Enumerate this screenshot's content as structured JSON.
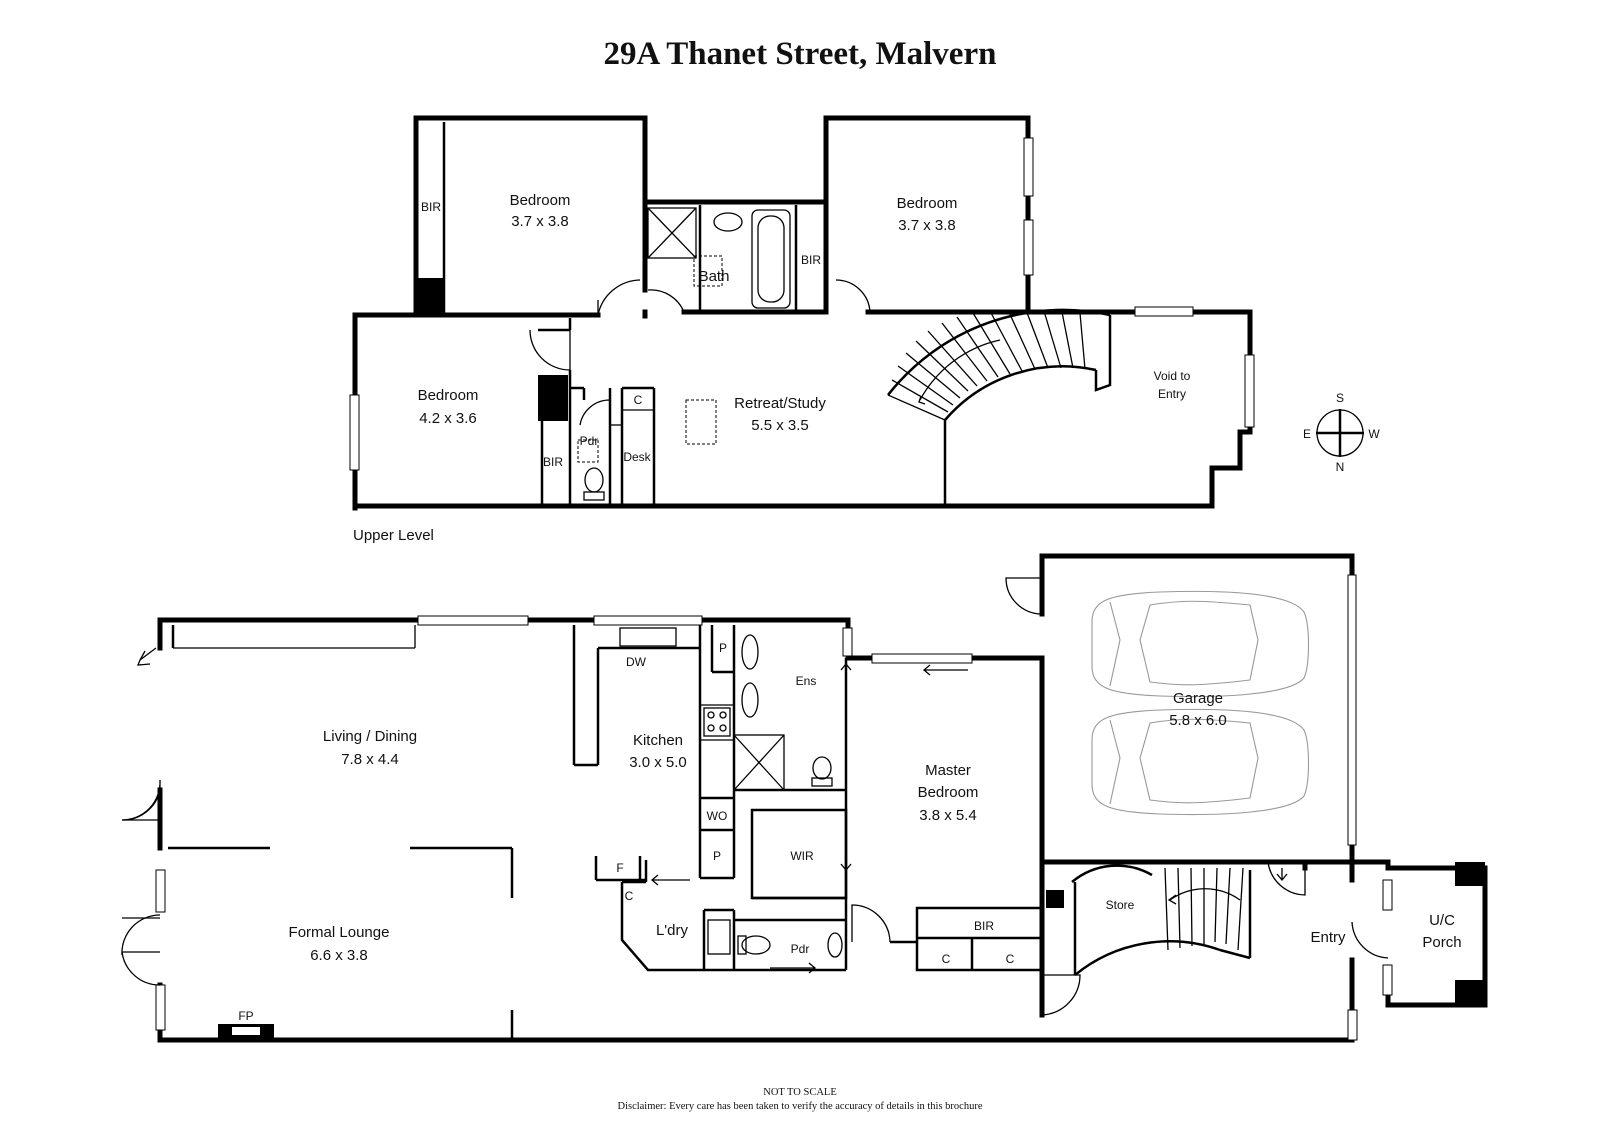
{
  "title": "29A Thanet Street, Malvern",
  "upper": {
    "level_label": "Upper Level",
    "bedroom_nw": {
      "name": "Bedroom",
      "size": "3.7 x 3.8"
    },
    "bedroom_ne": {
      "name": "Bedroom",
      "size": "3.7 x 3.8"
    },
    "bedroom_w": {
      "name": "Bedroom",
      "size": "4.2 x 3.6"
    },
    "bath": "Bath",
    "bir_nw": "BIR",
    "bir_ne": "BIR",
    "bir_w": "BIR",
    "retreat": {
      "name": "Retreat/Study",
      "size": "5.5 x 3.5"
    },
    "pdr": "Pdr",
    "cupboard": "C",
    "desk": "Desk",
    "void_line1": "Void to",
    "void_line2": "Entry"
  },
  "compass": {
    "n": "N",
    "s": "S",
    "e": "E",
    "w": "W"
  },
  "ground": {
    "living": {
      "name": "Living / Dining",
      "size": "7.8 x 4.4"
    },
    "formal": {
      "name": "Formal Lounge",
      "size": "6.6 x 3.8"
    },
    "fp": "FP",
    "kitchen": {
      "name": "Kitchen",
      "size": "3.0 x 5.0"
    },
    "dw": "DW",
    "pantry_top": "P",
    "pantry_low": "P",
    "wo": "WO",
    "fridge": "F",
    "cupboard_ldry": "C",
    "laundry": "L'dry",
    "ensuite": "Ens",
    "wir": "WIR",
    "pdr": "Pdr",
    "master": {
      "line1": "Master",
      "line2": "Bedroom",
      "size": "3.8 x 5.4"
    },
    "bir": "BIR",
    "c1": "C",
    "c2": "C",
    "garage": {
      "name": "Garage",
      "size": "5.8 x 6.0"
    },
    "store": "Store",
    "entry": "Entry",
    "porch_line1": "U/C",
    "porch_line2": "Porch"
  },
  "footer": {
    "note": "NOT TO SCALE",
    "disclaimer": "Disclaimer: Every care has been taken to verify the accuracy of details in this brochure"
  }
}
